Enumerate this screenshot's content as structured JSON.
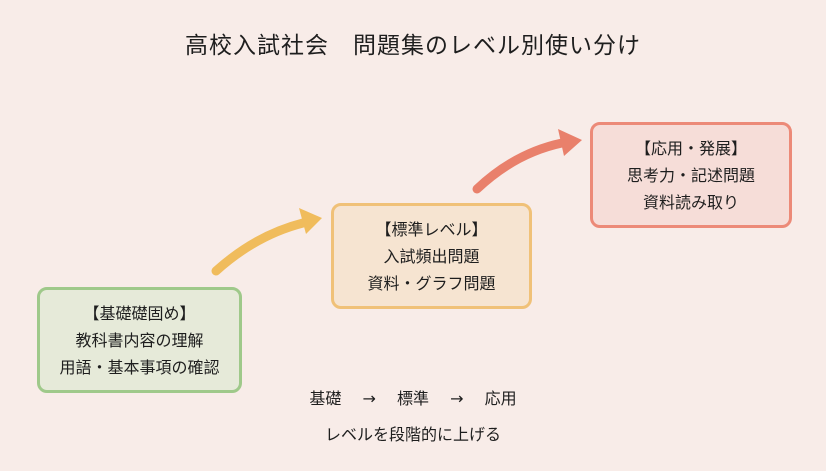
{
  "title": "高校入試社会　問題集のレベル別使い分け",
  "levels": [
    {
      "heading": "【基礎礎固め】",
      "line1": "教科書内容の理解",
      "line2": "用語・基本事項の確認"
    },
    {
      "heading": "【標準レベル】",
      "line1": "入試頻出問題",
      "line2": "資料・グラフ問題"
    },
    {
      "heading": "【応用・発展】",
      "line1": "思考力・記述問題",
      "line2": "資料読み取り"
    }
  ],
  "flow": {
    "step1": "基礎",
    "arrow": "→",
    "step2": "標準",
    "step3": "応用"
  },
  "caption": "レベルを段階的に上げる",
  "colors": {
    "background": "#f8ece8",
    "basic_border": "#9fc98a",
    "standard_border": "#f0c178",
    "advanced_border": "#ec8a78",
    "arrow_1": "#f0bc5c",
    "arrow_2": "#e9806b"
  }
}
